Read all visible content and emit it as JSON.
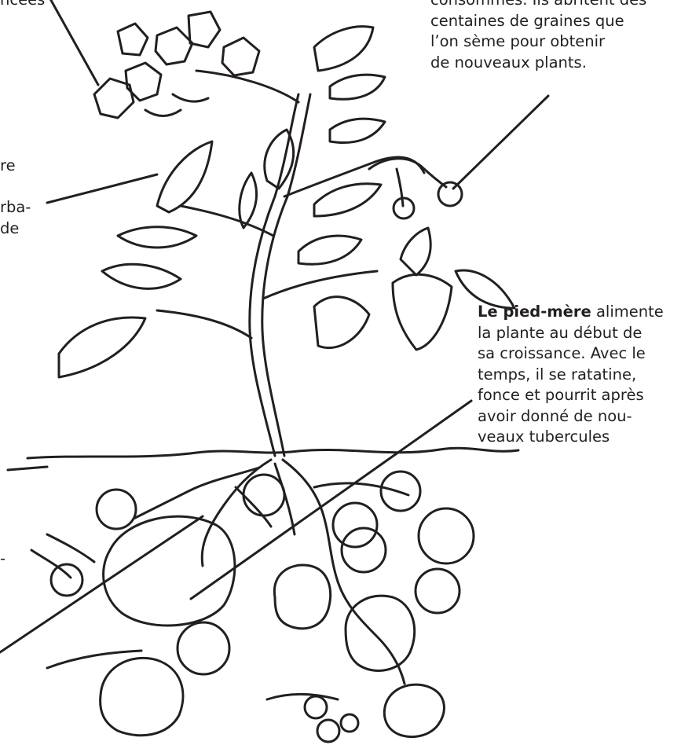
{
  "labels": {
    "top_left": {
      "lines": [
        "ncées"
      ]
    },
    "top_right": {
      "lines": [
        "consommés. Ils abritent des",
        "centaines de graines que",
        "l’on sème pour obtenir",
        "de nouveaux plants."
      ]
    },
    "left": {
      "lines": [
        "re",
        "",
        "rba-",
        "de"
      ]
    },
    "right": {
      "bold": "Le pied-mère",
      "rest": " alimente",
      "lines": [
        "la plante au début de",
        "sa croissance. Avec le",
        "temps, il se ratatine,",
        "fonce et pourrit après",
        "avoir donné de nou-",
        "veaux tubercules"
      ]
    },
    "bottom_left": {
      "lines": [
        "-"
      ]
    }
  },
  "colors": {
    "ink": "#231f20",
    "background": "#ffffff"
  }
}
